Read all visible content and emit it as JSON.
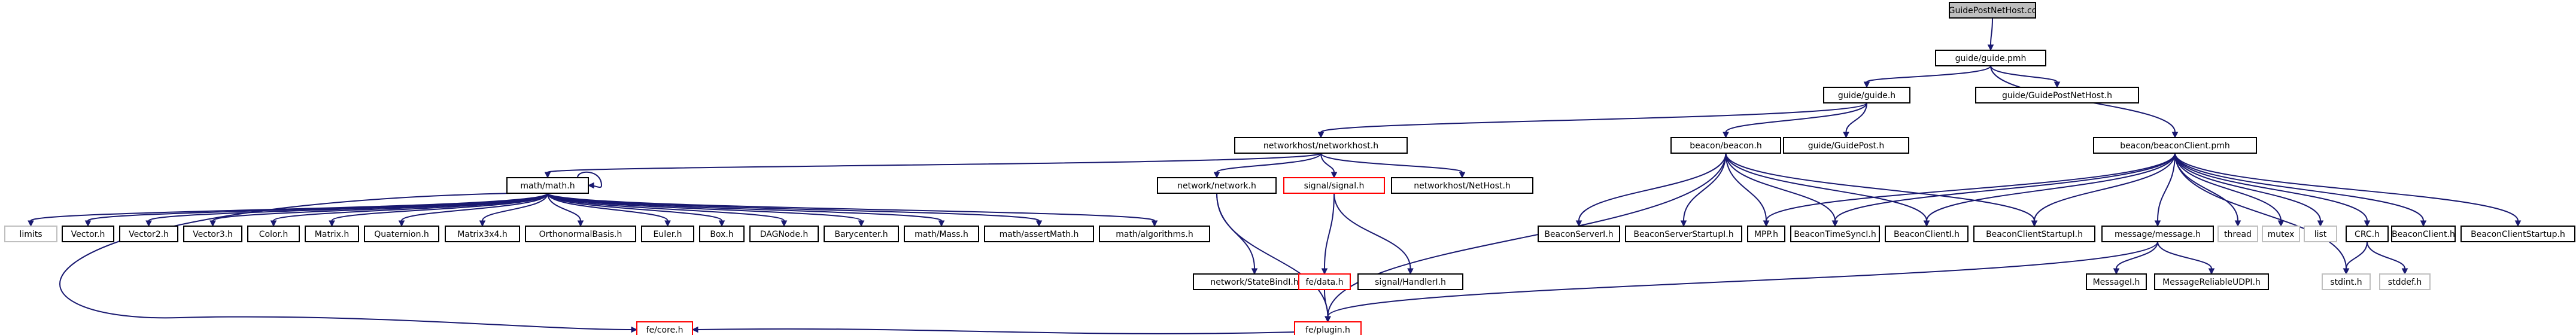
{
  "graph": {
    "colors": {
      "edge": "#191970",
      "node_border": "#000000",
      "node_border_missing": "#bfbfbf",
      "node_border_red": "#ff0000",
      "root_fill": "#bfbfbf",
      "node_fill": "#ffffff",
      "plain_text_fill": "#ffffff"
    },
    "nodes": [
      {
        "id": "root",
        "label": "GuidePostNetHost.cc",
        "kind": "root"
      },
      {
        "id": "guide_pmh",
        "label": "guide/guide.pmh",
        "kind": "normal"
      },
      {
        "id": "guide_h",
        "label": "guide/guide.h",
        "kind": "normal"
      },
      {
        "id": "guide_gpnh",
        "label": "guide/GuidePostNetHost.h",
        "kind": "normal"
      },
      {
        "id": "beaconclient_pmh",
        "label": "beacon/beaconClient.pmh",
        "kind": "normal"
      },
      {
        "id": "nwh",
        "label": "networkhost/networkhost.h",
        "kind": "normal"
      },
      {
        "id": "beacon_h",
        "label": "beacon/beacon.h",
        "kind": "normal"
      },
      {
        "id": "guidepost_h",
        "label": "guide/GuidePost.h",
        "kind": "normal"
      },
      {
        "id": "math_h",
        "label": "math/math.h",
        "kind": "normal"
      },
      {
        "id": "network_h",
        "label": "network/network.h",
        "kind": "normal"
      },
      {
        "id": "signal_h",
        "label": "signal/signal.h",
        "kind": "red"
      },
      {
        "id": "nethost_h",
        "label": "networkhost/NetHost.h",
        "kind": "normal"
      },
      {
        "id": "limits",
        "label": "limits",
        "kind": "missing"
      },
      {
        "id": "vector_h",
        "label": "Vector.h",
        "kind": "normal"
      },
      {
        "id": "vector2_h",
        "label": "Vector2.h",
        "kind": "normal"
      },
      {
        "id": "vector3_h",
        "label": "Vector3.h",
        "kind": "normal"
      },
      {
        "id": "color_h",
        "label": "Color.h",
        "kind": "normal"
      },
      {
        "id": "matrix_h",
        "label": "Matrix.h",
        "kind": "normal"
      },
      {
        "id": "quaternion_h",
        "label": "Quaternion.h",
        "kind": "normal"
      },
      {
        "id": "matrix3x4_h",
        "label": "Matrix3x4.h",
        "kind": "normal"
      },
      {
        "id": "ortho_h",
        "label": "OrthonormalBasis.h",
        "kind": "normal"
      },
      {
        "id": "euler_h",
        "label": "Euler.h",
        "kind": "normal"
      },
      {
        "id": "box_h",
        "label": "Box.h",
        "kind": "normal"
      },
      {
        "id": "dagnode_h",
        "label": "DAGNode.h",
        "kind": "normal"
      },
      {
        "id": "barycenter_h",
        "label": "Barycenter.h",
        "kind": "normal"
      },
      {
        "id": "mathmass_h",
        "label": "math/Mass.h",
        "kind": "normal"
      },
      {
        "id": "assertmath_h",
        "label": "math/assertMath.h",
        "kind": "normal"
      },
      {
        "id": "algorithms_h",
        "label": "math/algorithms.h",
        "kind": "normal"
      },
      {
        "id": "statebindi_h",
        "label": "network/StateBindI.h",
        "kind": "normal"
      },
      {
        "id": "fedata_h",
        "label": "fe/data.h",
        "kind": "red"
      },
      {
        "id": "handleri_h",
        "label": "signal/HandlerI.h",
        "kind": "normal"
      },
      {
        "id": "feplugin_h",
        "label": "fe/plugin.h",
        "kind": "red"
      },
      {
        "id": "fecore_h",
        "label": "fe/core.h",
        "kind": "red"
      },
      {
        "id": "beaconserveri_h",
        "label": "BeaconServerI.h",
        "kind": "normal"
      },
      {
        "id": "beaconserverstartupi_h",
        "label": "BeaconServerStartupI.h",
        "kind": "normal"
      },
      {
        "id": "mpp_h",
        "label": "MPP.h",
        "kind": "normal"
      },
      {
        "id": "beacontimesynci_h",
        "label": "BeaconTimeSyncI.h",
        "kind": "normal"
      },
      {
        "id": "beaconclienti_h",
        "label": "BeaconClientI.h",
        "kind": "normal"
      },
      {
        "id": "beaconclientstartupi_h",
        "label": "BeaconClientStartupI.h",
        "kind": "normal"
      },
      {
        "id": "message_h",
        "label": "message/message.h",
        "kind": "normal"
      },
      {
        "id": "thread",
        "label": "thread",
        "kind": "missing"
      },
      {
        "id": "mutex",
        "label": "mutex",
        "kind": "missing"
      },
      {
        "id": "list",
        "label": "list",
        "kind": "missing"
      },
      {
        "id": "crc_h",
        "label": "CRC.h",
        "kind": "normal"
      },
      {
        "id": "beaconclient_h",
        "label": "BeaconClient.h",
        "kind": "normal"
      },
      {
        "id": "beaconclientstartup_h",
        "label": "BeaconClientStartup.h",
        "kind": "normal"
      },
      {
        "id": "messagei_h",
        "label": "MessageI.h",
        "kind": "normal"
      },
      {
        "id": "msgreludpi_h",
        "label": "MessageReliableUDPI.h",
        "kind": "normal"
      },
      {
        "id": "stdint_h",
        "label": "stdint.h",
        "kind": "missing"
      },
      {
        "id": "stddef_h",
        "label": "stddef.h",
        "kind": "missing"
      }
    ],
    "edges": [
      [
        "root",
        "guide_pmh"
      ],
      [
        "guide_pmh",
        "guide_h"
      ],
      [
        "guide_pmh",
        "guide_gpnh"
      ],
      [
        "guide_pmh",
        "beaconclient_pmh"
      ],
      [
        "guide_h",
        "nwh"
      ],
      [
        "guide_h",
        "beacon_h"
      ],
      [
        "guide_h",
        "guidepost_h"
      ],
      [
        "nwh",
        "math_h"
      ],
      [
        "nwh",
        "network_h"
      ],
      [
        "nwh",
        "signal_h"
      ],
      [
        "nwh",
        "nethost_h"
      ],
      [
        "math_h",
        "math_h"
      ],
      [
        "math_h",
        "limits"
      ],
      [
        "math_h",
        "vector_h"
      ],
      [
        "math_h",
        "vector2_h"
      ],
      [
        "math_h",
        "vector3_h"
      ],
      [
        "math_h",
        "color_h"
      ],
      [
        "math_h",
        "matrix_h"
      ],
      [
        "math_h",
        "quaternion_h"
      ],
      [
        "math_h",
        "matrix3x4_h"
      ],
      [
        "math_h",
        "ortho_h"
      ],
      [
        "math_h",
        "euler_h"
      ],
      [
        "math_h",
        "box_h"
      ],
      [
        "math_h",
        "dagnode_h"
      ],
      [
        "math_h",
        "barycenter_h"
      ],
      [
        "math_h",
        "mathmass_h"
      ],
      [
        "math_h",
        "assertmath_h"
      ],
      [
        "math_h",
        "algorithms_h"
      ],
      [
        "math_h",
        "fecore_h"
      ],
      [
        "network_h",
        "statebindi_h"
      ],
      [
        "network_h",
        "feplugin_h"
      ],
      [
        "signal_h",
        "fedata_h"
      ],
      [
        "signal_h",
        "handleri_h"
      ],
      [
        "fedata_h",
        "feplugin_h"
      ],
      [
        "feplugin_h",
        "fecore_h"
      ],
      [
        "beacon_h",
        "feplugin_h"
      ],
      [
        "beacon_h",
        "beaconserveri_h"
      ],
      [
        "beacon_h",
        "beaconserverstartupi_h"
      ],
      [
        "beacon_h",
        "mpp_h"
      ],
      [
        "beacon_h",
        "beacontimesynci_h"
      ],
      [
        "beacon_h",
        "beaconclienti_h"
      ],
      [
        "beacon_h",
        "beaconclientstartupi_h"
      ],
      [
        "beaconclient_pmh",
        "mpp_h"
      ],
      [
        "beaconclient_pmh",
        "beacontimesynci_h"
      ],
      [
        "beaconclient_pmh",
        "beaconclienti_h"
      ],
      [
        "beaconclient_pmh",
        "beaconclientstartupi_h"
      ],
      [
        "beaconclient_pmh",
        "message_h"
      ],
      [
        "beaconclient_pmh",
        "thread"
      ],
      [
        "beaconclient_pmh",
        "mutex"
      ],
      [
        "beaconclient_pmh",
        "list"
      ],
      [
        "beaconclient_pmh",
        "crc_h"
      ],
      [
        "beaconclient_pmh",
        "stdint_h"
      ],
      [
        "beaconclient_pmh",
        "beaconclient_h"
      ],
      [
        "beaconclient_pmh",
        "beaconclientstartup_h"
      ],
      [
        "message_h",
        "messagei_h"
      ],
      [
        "message_h",
        "msgreludpi_h"
      ],
      [
        "message_h",
        "feplugin_h"
      ],
      [
        "crc_h",
        "stdint_h"
      ],
      [
        "crc_h",
        "stddef_h"
      ]
    ]
  }
}
